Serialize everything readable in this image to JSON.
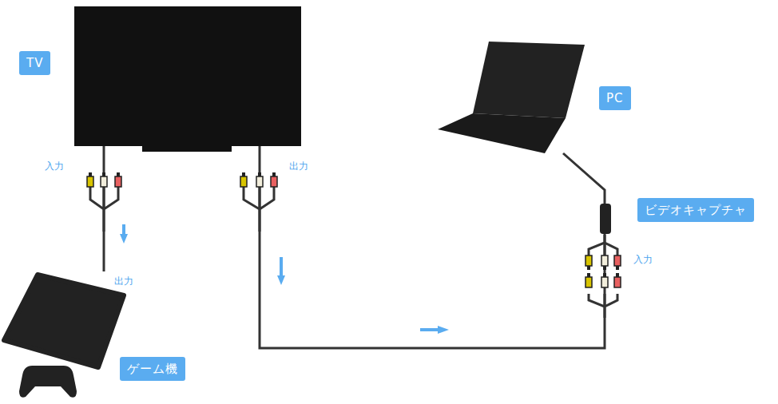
{
  "diagram": {
    "nodes": [
      {
        "text": [
          "TV"
        ]
      },
      {
        "text": [
          "PC"
        ]
      },
      {
        "text": [
          "ビデオキャプチャ"
        ]
      },
      {
        "text": [
          "ゲーム機"
        ]
      }
    ],
    "edges": [
      {
        "from": 3,
        "to": 0,
        "arrow": "none"
      },
      {
        "from": 0,
        "to": 2,
        "arrow": "none"
      },
      {
        "from": 2,
        "to": 1,
        "arrow": "none"
      }
    ],
    "labels": [
      "入力",
      "出力",
      "出力",
      "入力"
    ]
  }
}
